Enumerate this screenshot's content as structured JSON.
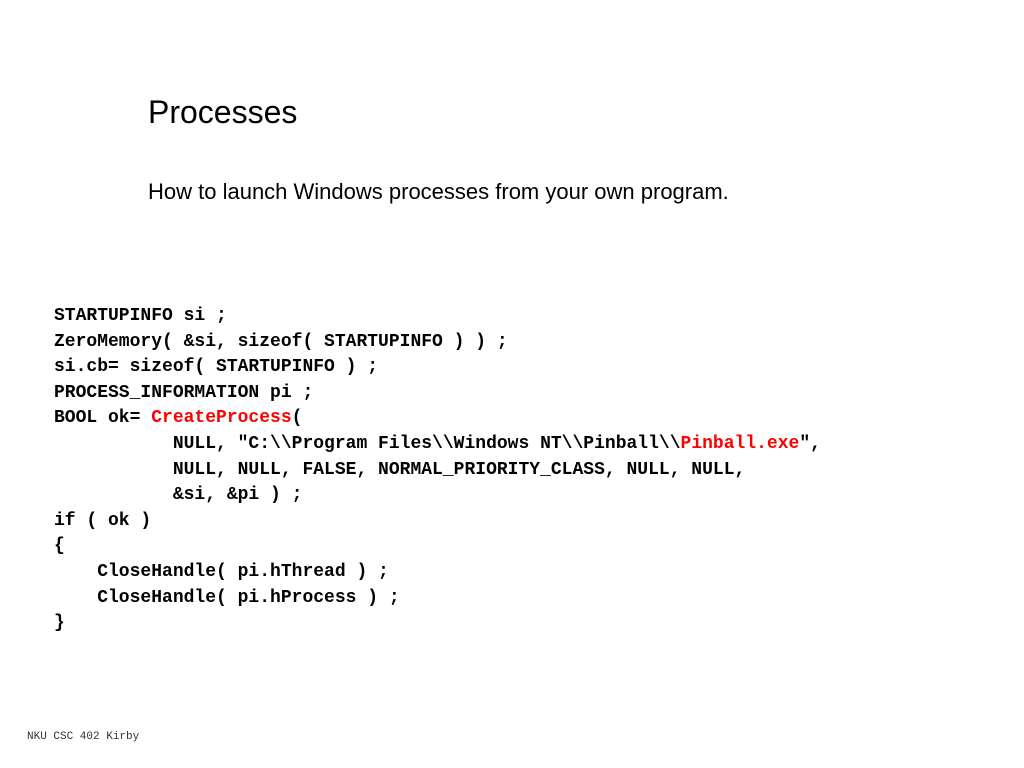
{
  "slide": {
    "title": "Processes",
    "subtitle": "How to launch Windows processes from your own program.",
    "footer": "NKU CSC 402 Kirby"
  },
  "code": {
    "highlight_color": "#ff0000",
    "lines": [
      {
        "segments": [
          {
            "text": "STARTUPINFO si ;",
            "highlight": false
          }
        ]
      },
      {
        "segments": [
          {
            "text": "ZeroMemory( &si, sizeof( STARTUPINFO ) ) ;",
            "highlight": false
          }
        ]
      },
      {
        "segments": [
          {
            "text": "si.cb= sizeof( STARTUPINFO ) ;",
            "highlight": false
          }
        ]
      },
      {
        "segments": [
          {
            "text": "PROCESS_INFORMATION pi ;",
            "highlight": false
          }
        ]
      },
      {
        "segments": [
          {
            "text": "BOOL ok= ",
            "highlight": false
          },
          {
            "text": "CreateProcess",
            "highlight": true
          },
          {
            "text": "(",
            "highlight": false
          }
        ]
      },
      {
        "segments": [
          {
            "text": "           NULL, \"C:\\\\Program Files\\\\Windows NT\\\\Pinball\\\\",
            "highlight": false
          },
          {
            "text": "Pinball.exe",
            "highlight": true
          },
          {
            "text": "\",",
            "highlight": false
          }
        ]
      },
      {
        "segments": [
          {
            "text": "           NULL, NULL, FALSE, NORMAL_PRIORITY_CLASS, NULL, NULL,",
            "highlight": false
          }
        ]
      },
      {
        "segments": [
          {
            "text": "           &si, &pi ) ;",
            "highlight": false
          }
        ]
      },
      {
        "segments": [
          {
            "text": "if ( ok )",
            "highlight": false
          }
        ]
      },
      {
        "segments": [
          {
            "text": "{",
            "highlight": false
          }
        ]
      },
      {
        "segments": [
          {
            "text": "    CloseHandle( pi.hThread ) ;",
            "highlight": false
          }
        ]
      },
      {
        "segments": [
          {
            "text": "    CloseHandle( pi.hProcess ) ;",
            "highlight": false
          }
        ]
      },
      {
        "segments": [
          {
            "text": "}",
            "highlight": false
          }
        ]
      }
    ]
  }
}
